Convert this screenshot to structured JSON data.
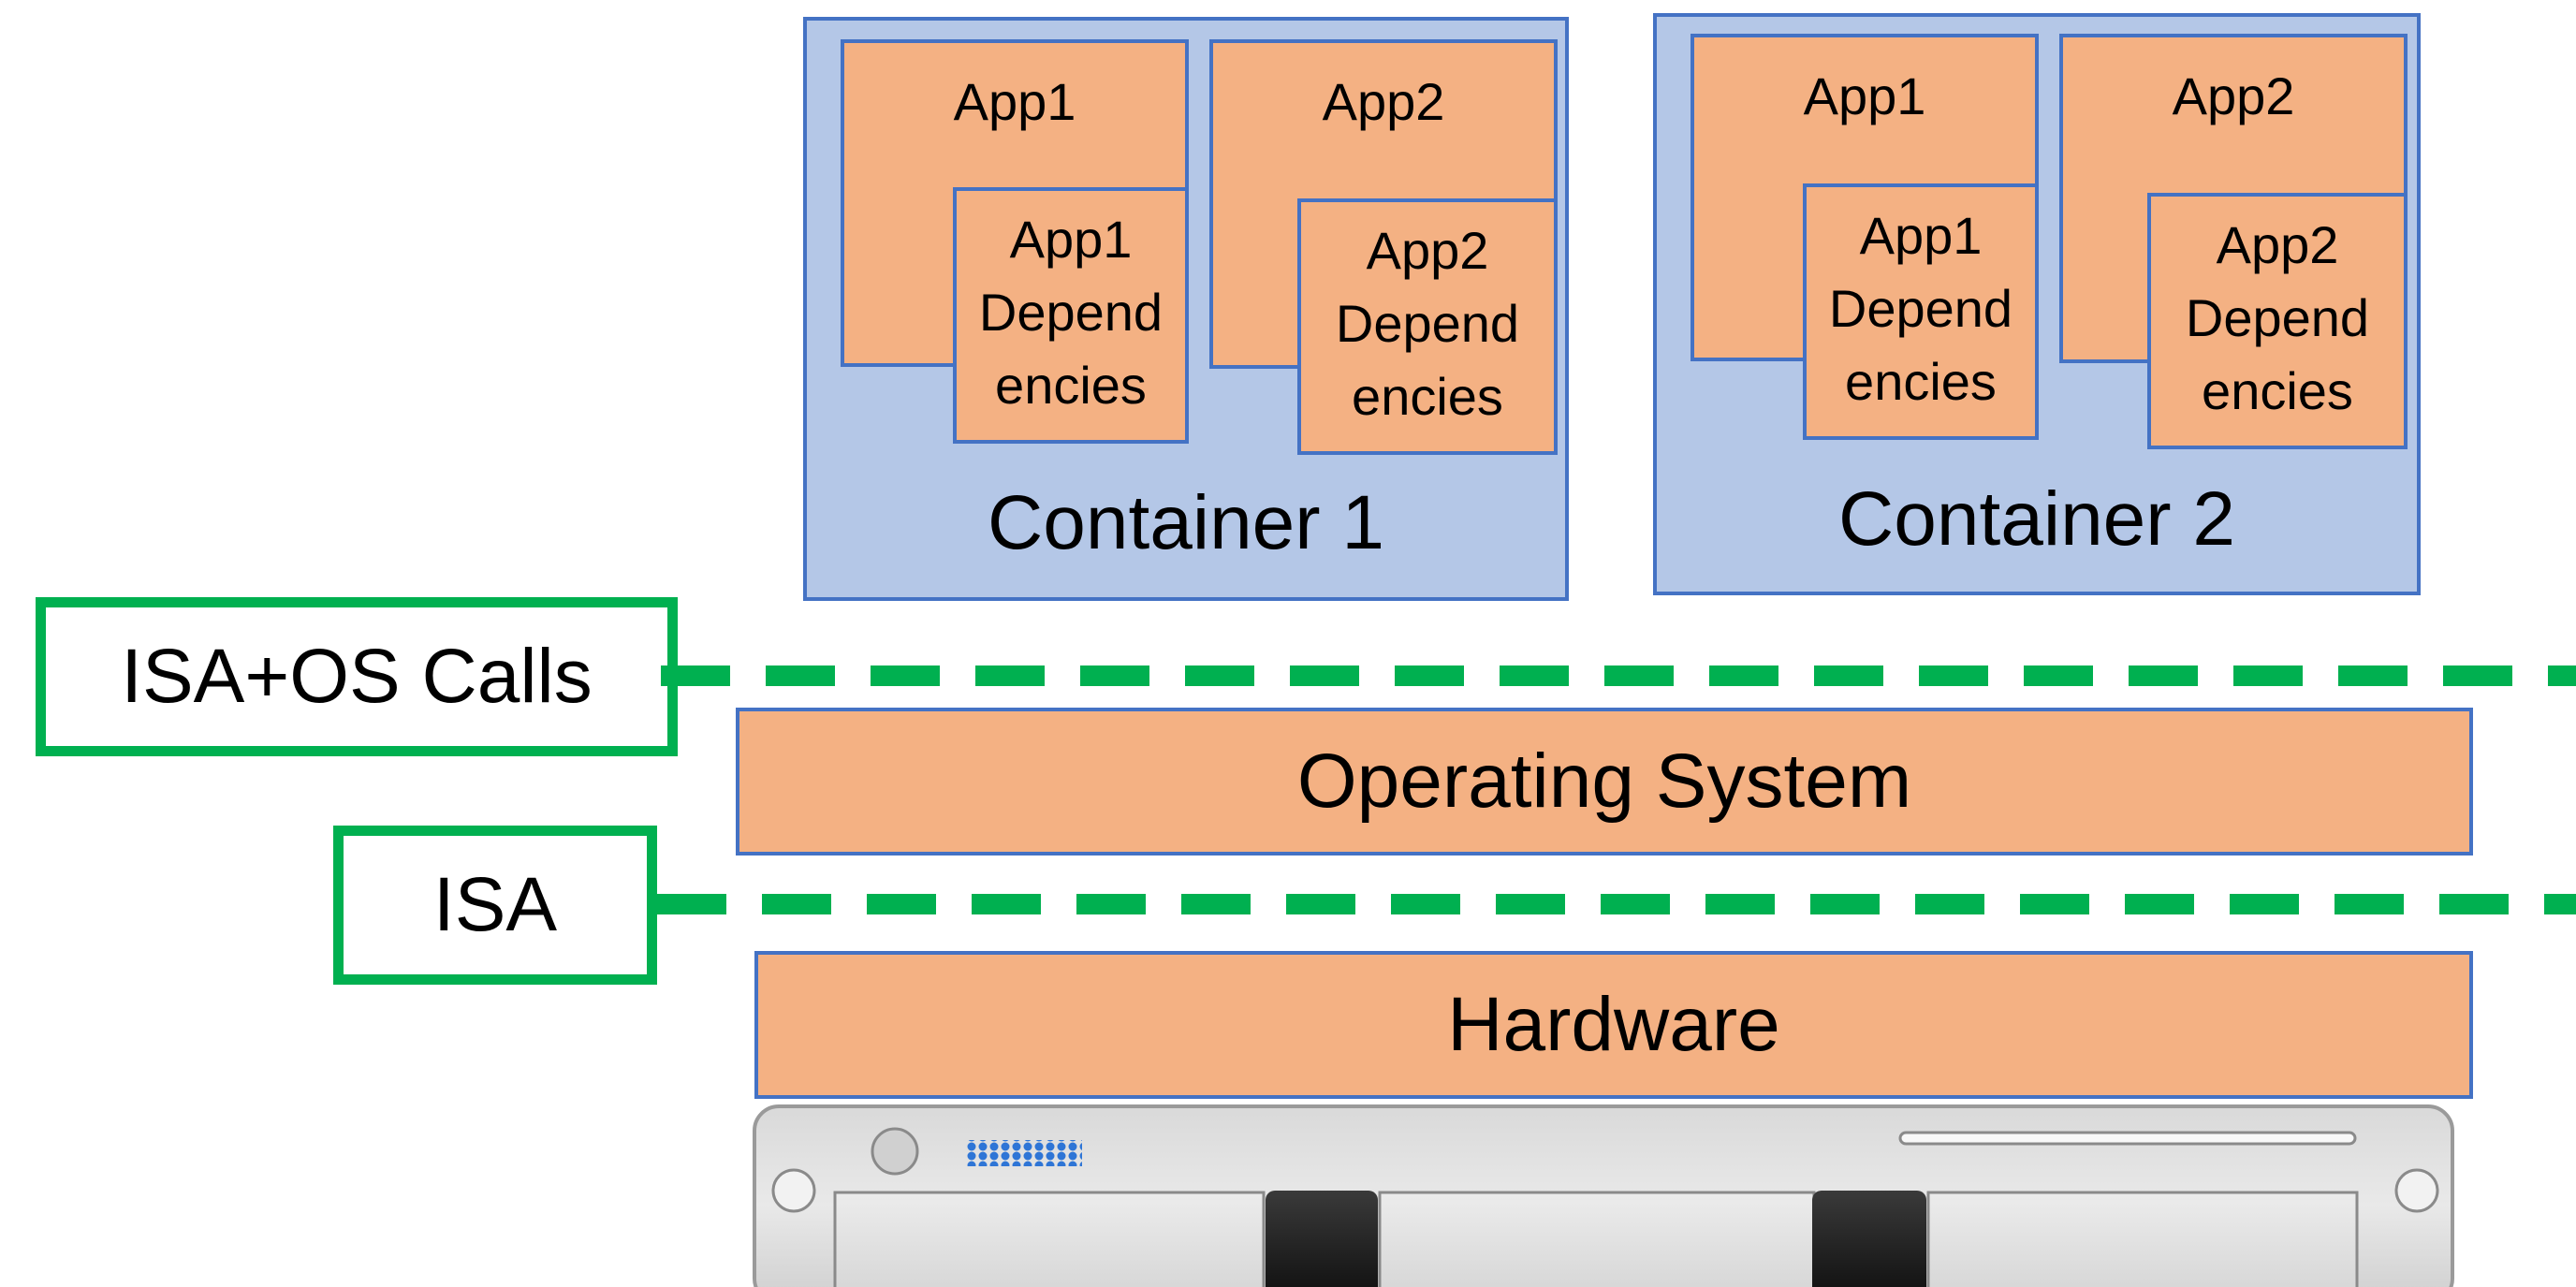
{
  "containers": [
    {
      "label": "Container 1",
      "apps": [
        {
          "name": "App1",
          "dep_lines": [
            "App1",
            "Depend",
            "encies"
          ]
        },
        {
          "name": "App2",
          "dep_lines": [
            "App2",
            "Depend",
            "encies"
          ]
        }
      ]
    },
    {
      "label": "Container 2",
      "apps": [
        {
          "name": "App1",
          "dep_lines": [
            "App1",
            "Depend",
            "encies"
          ]
        },
        {
          "name": "App2",
          "dep_lines": [
            "App2",
            "Depend",
            "encies"
          ]
        }
      ]
    }
  ],
  "interfaces": {
    "upper": "ISA+OS Calls",
    "lower": "ISA"
  },
  "layers": {
    "os": "Operating System",
    "hardware": "Hardware"
  },
  "colors": {
    "container_fill": "#b4c7e7",
    "outline_blue": "#4472c4",
    "component_fill": "#f4b183",
    "interface_green": "#00b050"
  }
}
